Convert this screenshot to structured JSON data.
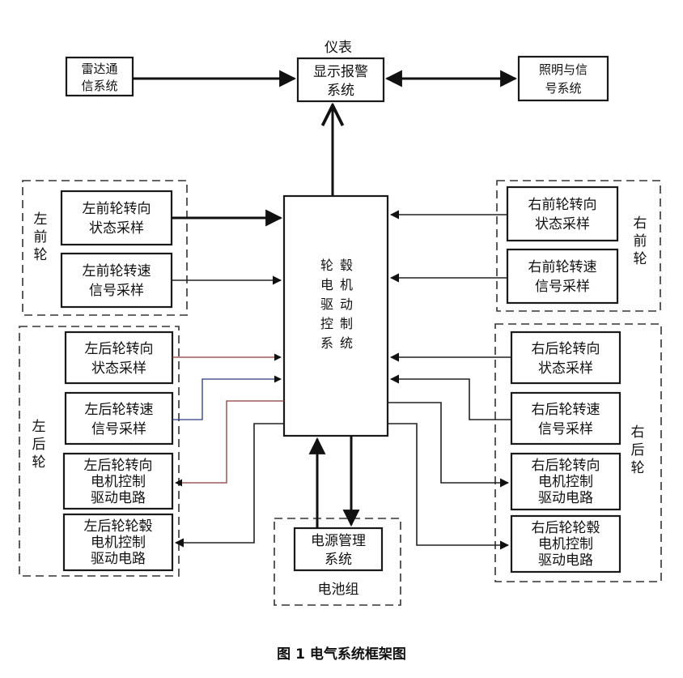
{
  "caption": "图 1  电气系统框架图",
  "top": {
    "radar": {
      "line1": "雷达通",
      "line2": "信系统"
    },
    "display": {
      "above": "仪表",
      "line1": "显示报警",
      "line2": "系统"
    },
    "lighting": {
      "line1": "照明与信",
      "line2": "号系统"
    }
  },
  "center": {
    "lines": [
      "轮毂",
      "电机",
      "驱动",
      "控制",
      "系统"
    ]
  },
  "left_front": {
    "group": [
      "左",
      "前",
      "轮"
    ],
    "steer": {
      "line1": "左前轮转向",
      "line2": "状态采样"
    },
    "speed": {
      "line1": "左前轮转速",
      "line2": "信号采样"
    }
  },
  "right_front": {
    "group": [
      "右",
      "前",
      "轮"
    ],
    "steer": {
      "line1": "右前轮转向",
      "line2": "状态采样"
    },
    "speed": {
      "line1": "右前轮转速",
      "line2": "信号采样"
    }
  },
  "left_rear": {
    "group": [
      "左",
      "后",
      "轮"
    ],
    "steer": {
      "line1": "左后轮转向",
      "line2": "状态采样"
    },
    "speed": {
      "line1": "左后轮转速",
      "line2": "信号采样"
    },
    "steer_drive": {
      "line1": "左后轮转向",
      "line2": "电机控制",
      "line3": "驱动电路"
    },
    "hub_drive": {
      "line1": "左后轮轮毂",
      "line2": "电机控制",
      "line3": "驱动电路"
    }
  },
  "right_rear": {
    "group": [
      "右",
      "后",
      "轮"
    ],
    "steer": {
      "line1": "右后轮转向",
      "line2": "状态采样"
    },
    "speed": {
      "line1": "右后轮转速",
      "line2": "信号采样"
    },
    "steer_drive": {
      "line1": "右后轮转向",
      "line2": "电机控制",
      "line3": "驱动电路"
    },
    "hub_drive": {
      "line1": "右后轮轮毂",
      "line2": "电机控制",
      "line3": "驱动电路"
    }
  },
  "power": {
    "line1": "电源管理",
    "line2": "系统",
    "group": "电池组"
  }
}
